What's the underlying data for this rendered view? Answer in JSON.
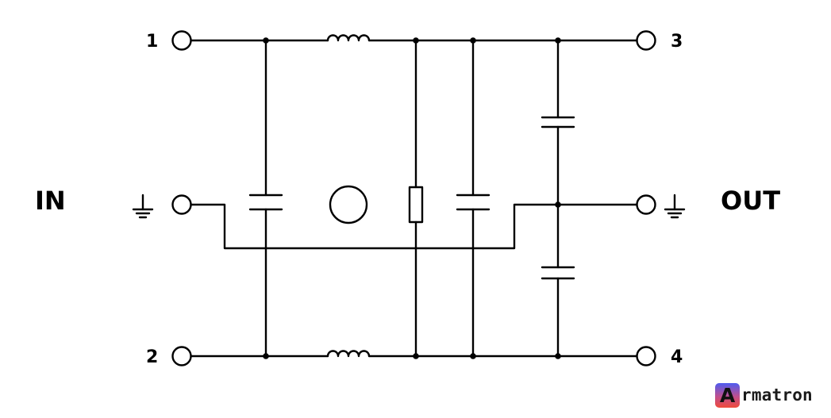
{
  "labels": {
    "in": "IN",
    "out": "OUT",
    "pin1": "1",
    "pin2": "2",
    "pin3": "3",
    "pin4": "4"
  },
  "brand": {
    "first_letter": "A",
    "rest": "rmatron",
    "gradient_top": "#4e5cf0",
    "gradient_mid": "#c04f8e",
    "gradient_bottom": "#f04b3a"
  },
  "colors": {
    "line": "#000000",
    "background": "#ffffff"
  }
}
